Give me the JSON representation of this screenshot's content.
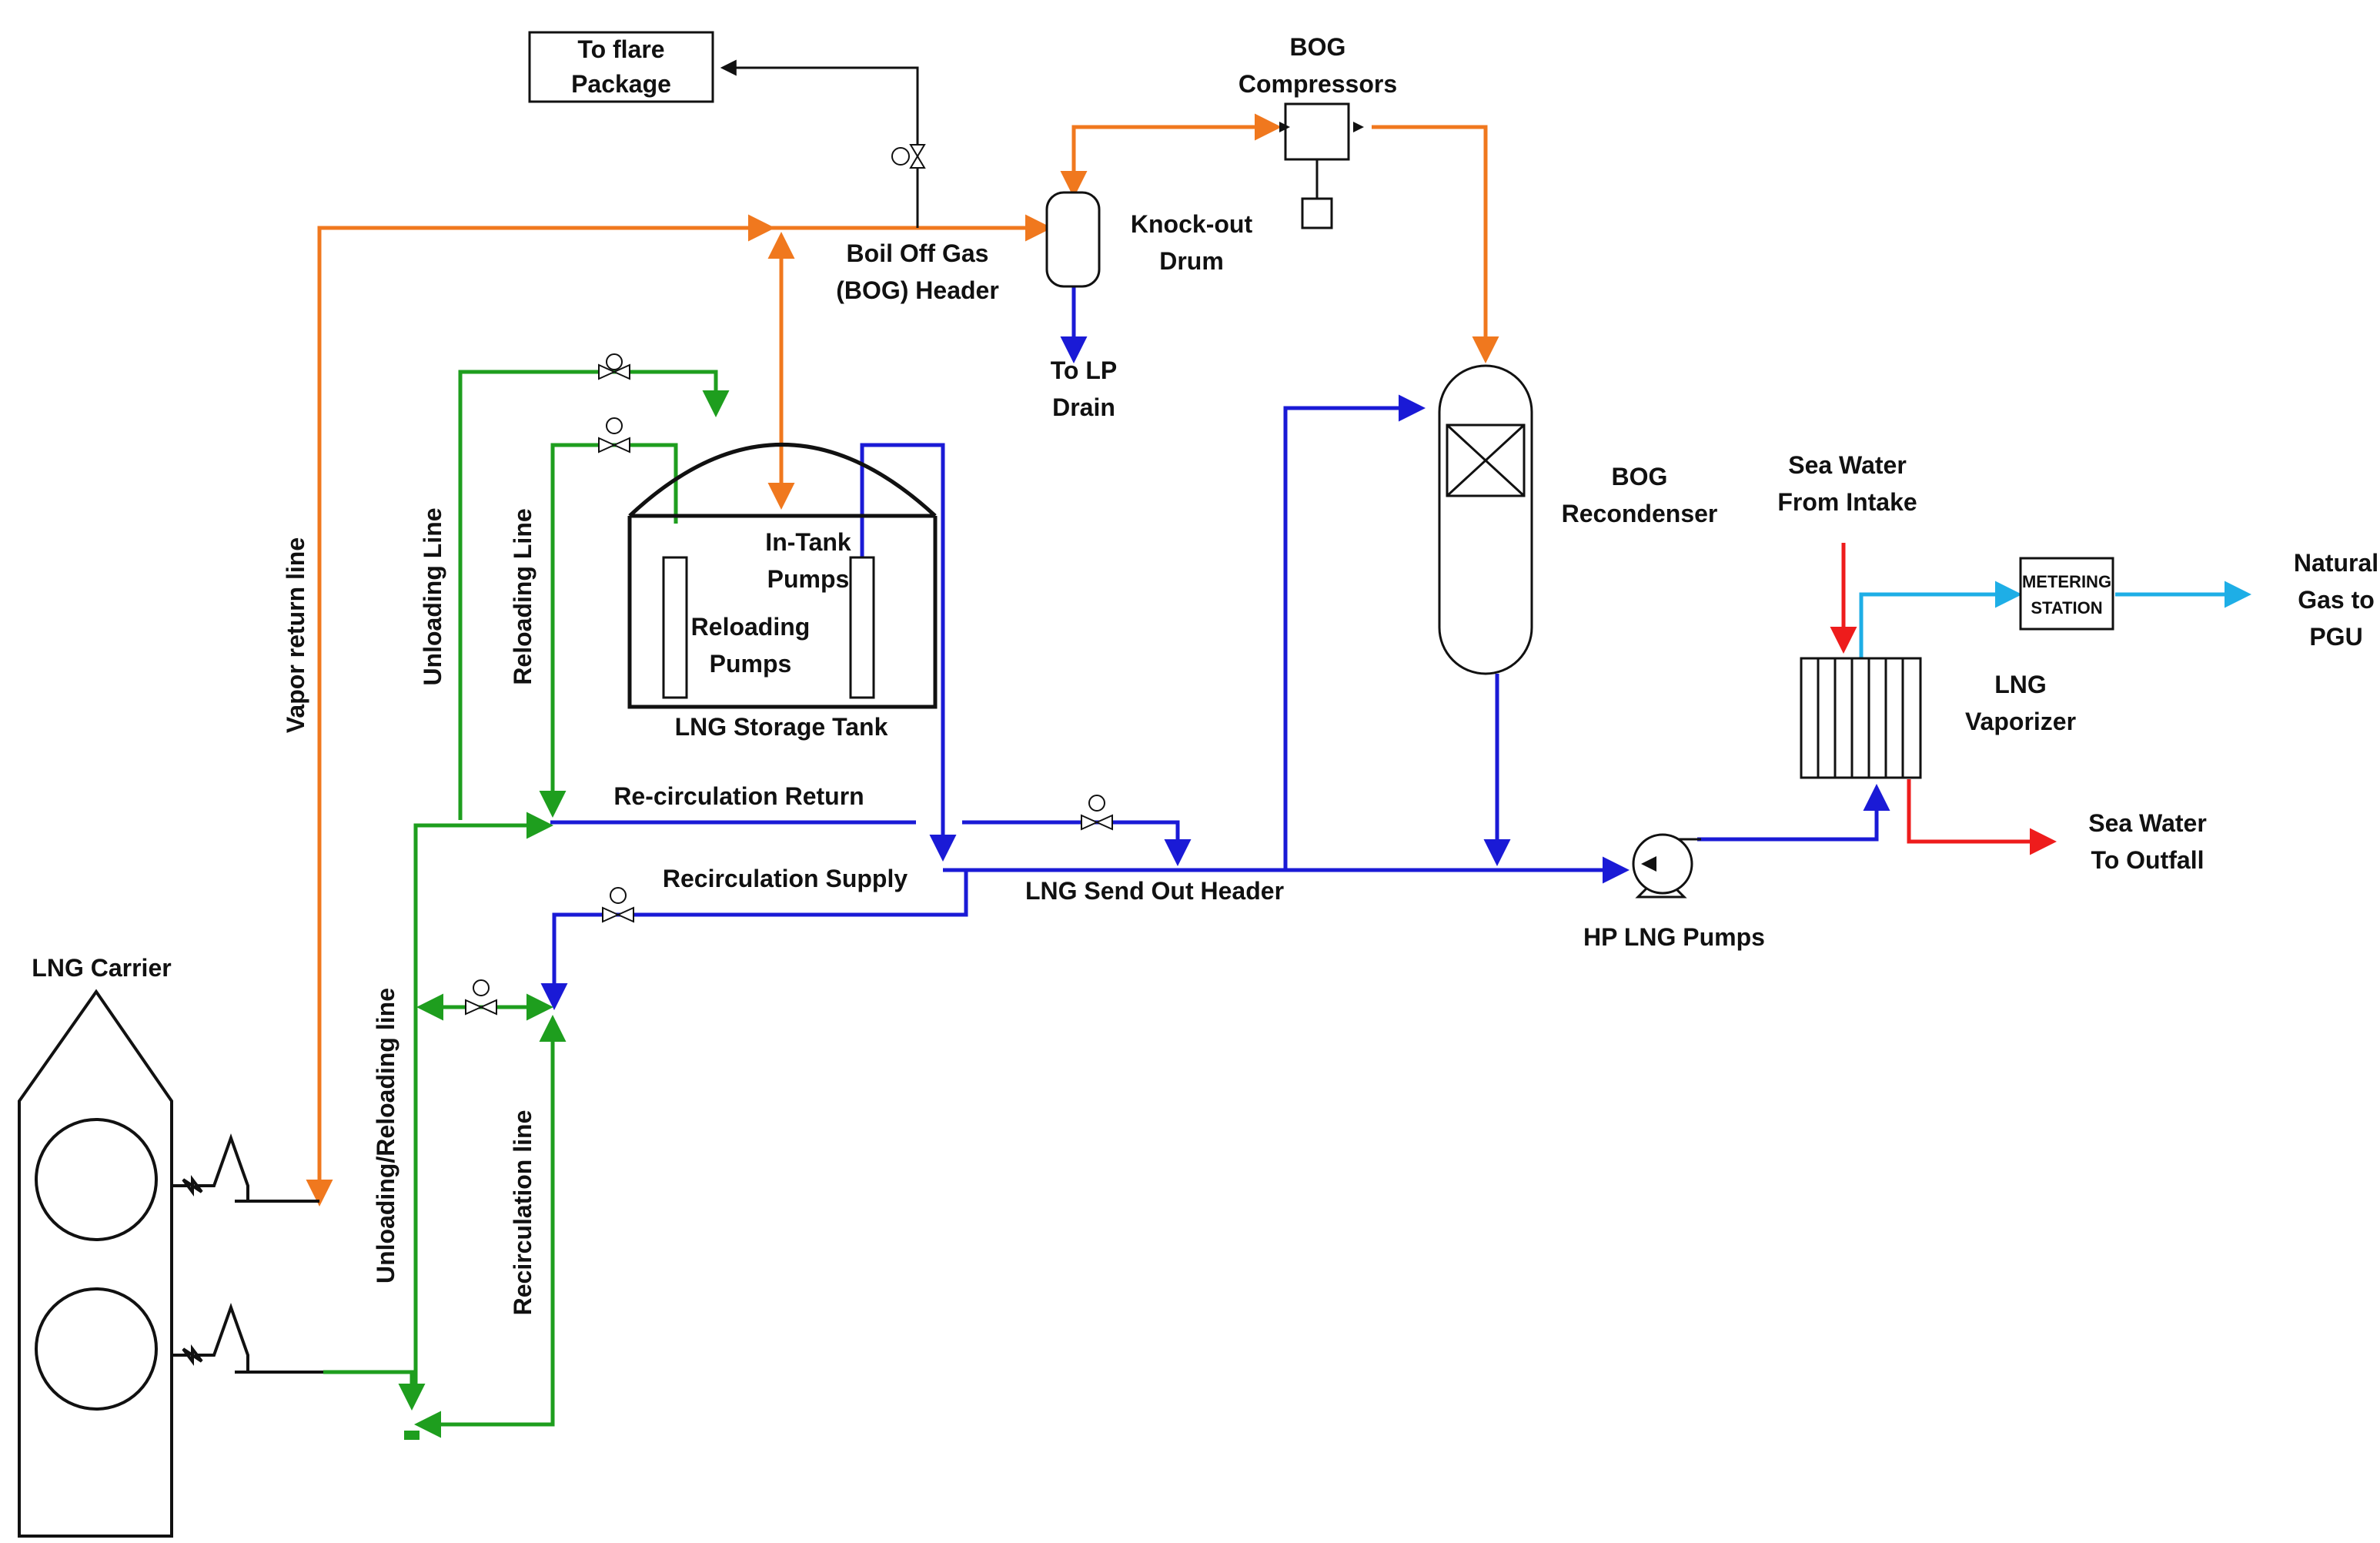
{
  "labels": {
    "to_flare_1": "To flare",
    "to_flare_2": "Package",
    "bog_compressors_1": "BOG",
    "bog_compressors_2": "Compressors",
    "bog_header_1": "Boil Off Gas",
    "bog_header_2": "(BOG) Header",
    "knockout_1": "Knock-out",
    "knockout_2": "Drum",
    "lp_drain_1": "To LP",
    "lp_drain_2": "Drain",
    "recondenser_1": "BOG",
    "recondenser_2": "Recondenser",
    "seawater_in_1": "Sea Water",
    "seawater_in_2": "From Intake",
    "metering_1": "METERING",
    "metering_2": "STATION",
    "natgas_1": "Natural",
    "natgas_2": "Gas to",
    "natgas_3": "PGU",
    "vaporizer_1": "LNG",
    "vaporizer_2": "Vaporizer",
    "seawater_out_1": "Sea Water",
    "seawater_out_2": "To Outfall",
    "hp_pumps": "HP LNG Pumps",
    "send_out_header": "LNG Send Out Header",
    "recirc_return": "Re-circulation Return",
    "recirc_supply": "Recirculation Supply",
    "intank_1": "In-Tank",
    "intank_2": "Pumps",
    "reloading_pumps_1": "Reloading",
    "reloading_pumps_2": "Pumps",
    "storage_tank": "LNG Storage Tank",
    "lng_carrier": "LNG Carrier",
    "vapor_return": "Vapor return line",
    "unloading_line": "Unloading Line",
    "reloading_line": "Reloading Line",
    "unloading_reloading": "Unloading/Reloading line",
    "recirculation_line": "Recirculation line"
  },
  "colors": {
    "bog_orange": "#F0781E",
    "lng_blue": "#1A1AD6",
    "liquid_green": "#1E9E1E",
    "seawater_red": "#EE1C1C",
    "natgas_cyan": "#1EAEE6",
    "equipment_black": "#111111"
  }
}
